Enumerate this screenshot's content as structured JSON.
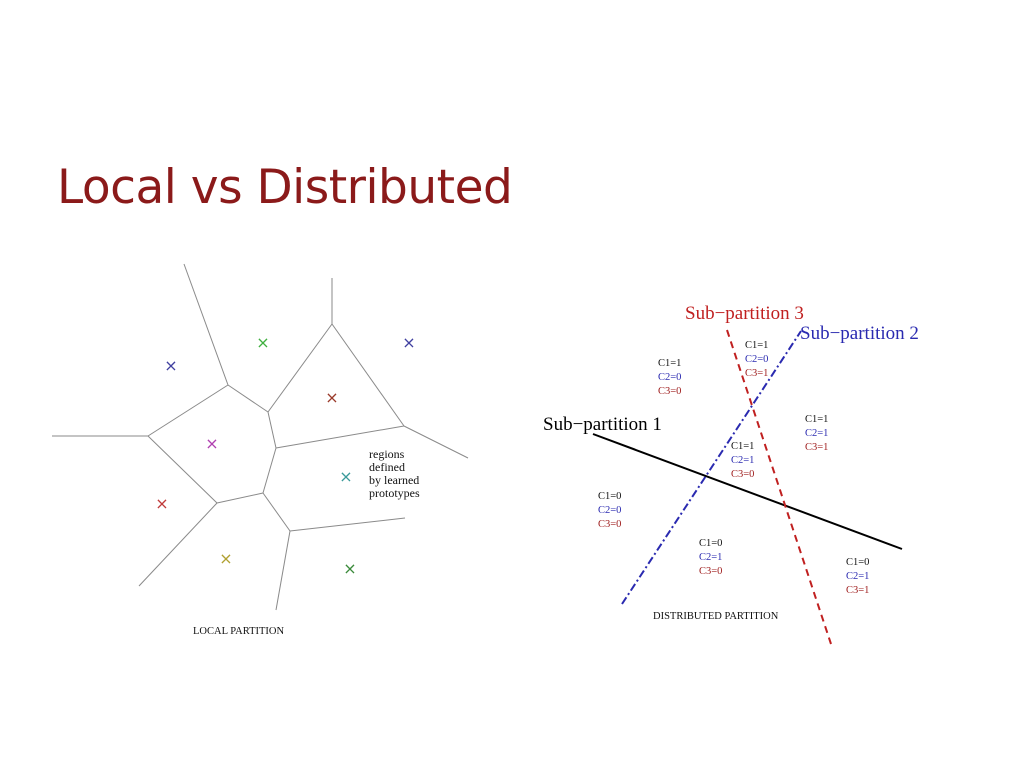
{
  "slide": {
    "title": "Local vs Distributed",
    "title_color": "#8b1a1a"
  },
  "local_diagram": {
    "caption": "LOCAL PARTITION",
    "annotation_lines": [
      "regions",
      "defined",
      "by learned",
      "prototypes"
    ],
    "prototype_glyph": "×",
    "prototypes": [
      {
        "name": "blue-upper-left",
        "color": "#4040a0"
      },
      {
        "name": "green-top",
        "color": "#40b040"
      },
      {
        "name": "blue-upper-right",
        "color": "#4040a0"
      },
      {
        "name": "brown-center",
        "color": "#9a3a2a"
      },
      {
        "name": "magenta-left-cell",
        "color": "#b040b0"
      },
      {
        "name": "teal-right",
        "color": "#3a9a9a"
      },
      {
        "name": "red-left",
        "color": "#c03a3a"
      },
      {
        "name": "olive-bottom",
        "color": "#b0a030"
      },
      {
        "name": "green-bottom-right",
        "color": "#3a8a3a"
      }
    ],
    "edge_color": "#8a8a8a"
  },
  "distributed_diagram": {
    "caption": "DISTRIBUTED PARTITION",
    "sub_partitions": [
      {
        "label": "Sub−partition 1",
        "color": "#000000",
        "style": "solid"
      },
      {
        "label": "Sub−partition 2",
        "color": "#2a2ab0",
        "style": "dash-dot"
      },
      {
        "label": "Sub−partition 3",
        "color": "#c02020",
        "style": "dashed"
      }
    ],
    "regions": [
      {
        "c1": "C1=1",
        "c2": "C2=0",
        "c3": "C3=0"
      },
      {
        "c1": "C1=1",
        "c2": "C2=0",
        "c3": "C3=1"
      },
      {
        "c1": "C1=1",
        "c2": "C2=1",
        "c3": "C3=1"
      },
      {
        "c1": "C1=1",
        "c2": "C2=1",
        "c3": "C3=0"
      },
      {
        "c1": "C1=0",
        "c2": "C2=0",
        "c3": "C3=0"
      },
      {
        "c1": "C1=0",
        "c2": "C2=1",
        "c3": "C3=0"
      },
      {
        "c1": "C1=0",
        "c2": "C2=1",
        "c3": "C3=1"
      }
    ],
    "code_colors": {
      "c1": "#111111",
      "c2": "#2a2ab0",
      "c3": "#a02020"
    }
  }
}
